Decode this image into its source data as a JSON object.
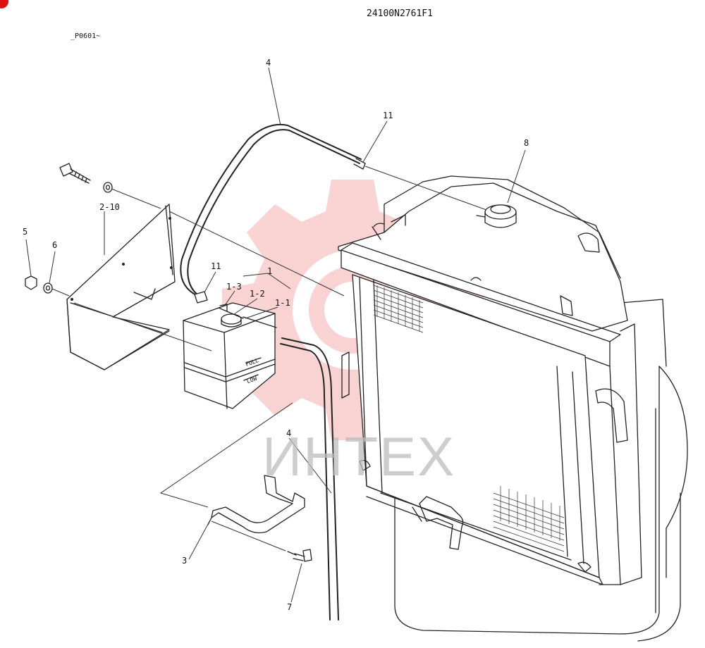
{
  "header": {
    "code": "24100N2761F1",
    "ref": "_P0601~"
  },
  "watermark": {
    "text": "ИНТЕХ",
    "color": "#e53935"
  },
  "callouts": [
    {
      "id": "c-4-top",
      "text": "4"
    },
    {
      "id": "c-11-top",
      "text": "11"
    },
    {
      "id": "c-8",
      "text": "8"
    },
    {
      "id": "c-2-10",
      "text": "2-10"
    },
    {
      "id": "c-5",
      "text": "5"
    },
    {
      "id": "c-6",
      "text": "6"
    },
    {
      "id": "c-11-mid",
      "text": "11"
    },
    {
      "id": "c-1",
      "text": "1"
    },
    {
      "id": "c-1-3",
      "text": "1-3"
    },
    {
      "id": "c-1-2",
      "text": "1-2"
    },
    {
      "id": "c-1-1",
      "text": "1-1"
    },
    {
      "id": "c-4-bottom",
      "text": "4"
    },
    {
      "id": "c-3",
      "text": "3"
    },
    {
      "id": "c-7",
      "text": "7"
    }
  ],
  "tank_marks": {
    "full": "FULL",
    "low": "LOW"
  }
}
